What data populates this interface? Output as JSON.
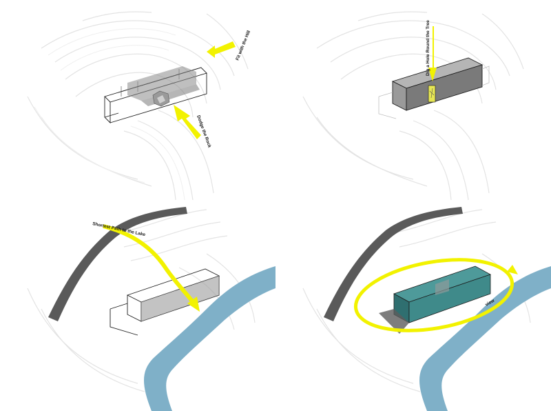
{
  "panels": [
    {
      "annotations": {
        "hill": "Fit with the Hill",
        "rock": "Dodge the Rock"
      }
    },
    {
      "annotations": {
        "tree": "Dig a Hole Round the Tree"
      }
    },
    {
      "annotations": {
        "path": "Shortest Path to the Lake"
      }
    },
    {
      "annotations": {
        "view": "view"
      }
    }
  ],
  "colors": {
    "arrow": "#f2f200",
    "water": "#7fb0c8",
    "road": "#5a5a5a",
    "roof": "#3f8a8a",
    "outline": "#1c1c1c"
  }
}
